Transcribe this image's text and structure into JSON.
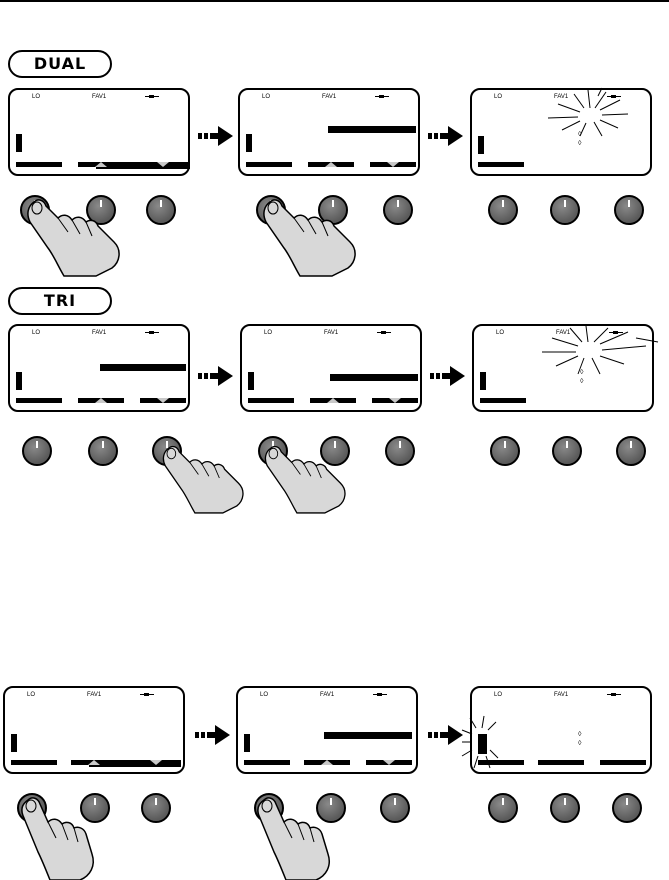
{
  "labels": {
    "dual": "DUAL",
    "tri": "TRI"
  },
  "screen": {
    "lo": "LO",
    "fav": "FAV1"
  }
}
